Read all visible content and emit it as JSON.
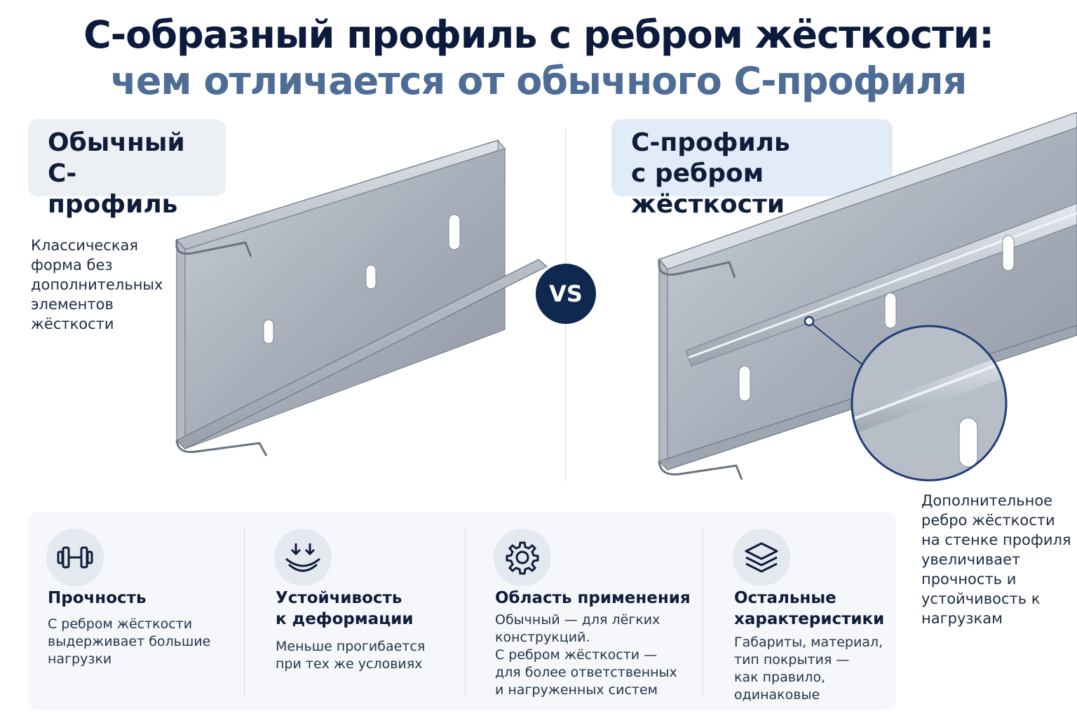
{
  "header": {
    "title_line1": "С-образный профиль с ребром жёсткости:",
    "title_line2": "чем отличается от обычного С-профиля"
  },
  "left": {
    "label": "Обычный\nС-профиль",
    "description": "Классическая форма без дополнительных элементов жёсткости"
  },
  "vs_label": "VS",
  "right": {
    "label": "С-профиль\nс ребром жёсткости",
    "description": "Дополнительное ребро жёсткости на стенке профиля увеличивает прочность и устойчивость к нагрузкам"
  },
  "features": [
    {
      "icon": "dumbbell-icon",
      "title": "Прочность",
      "text": "С ребром жёсткости\nвыдерживает большие\nнагрузки"
    },
    {
      "icon": "deflection-arrows-icon",
      "title": "Устойчивость\nк деформации",
      "text": "Меньше прогибается\nпри тех же условиях"
    },
    {
      "icon": "gear-icon",
      "title": "Область применения",
      "text": "Обычный — для лёгких\nконструкций.\nС ребром жёсткости —\nдля более ответственных\nи нагруженных систем"
    },
    {
      "icon": "layers-icon",
      "title": "Остальные\nхарактеристики",
      "text": "Габариты, материал,\nтип покрытия —\nкак правило, одинаковые"
    }
  ],
  "colors": {
    "title_dark": "#0b1a3d",
    "title_accent": "#4e6d96",
    "vs_badge": "#0f2850",
    "panel_bg": "#f5f7fa",
    "callout_line": "#1f3d7a"
  }
}
